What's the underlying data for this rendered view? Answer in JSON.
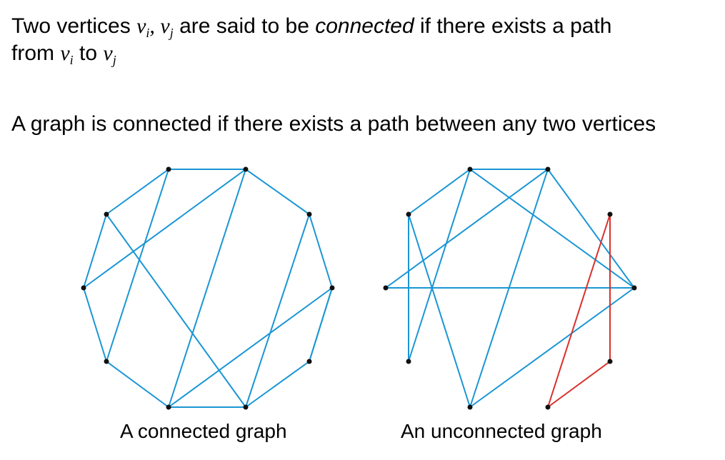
{
  "definition": {
    "part1": "Two vertices ",
    "vi": "v",
    "vi_sub": "i",
    "comma": ", ",
    "vj": "v",
    "vj_sub": "j",
    "part2": " are said to be ",
    "emphasis": "connected",
    "part3": " if there exists a path",
    "line2_from": "from ",
    "line2_to": " to "
  },
  "statement": "A graph is connected if there exists a path between any two vertices",
  "graphs": [
    {
      "caption": "A connected graph",
      "edge_color": "#1a96d4",
      "highlight_color": "#d9302b",
      "vertex_color": "#111111"
    },
    {
      "caption": "An unconnected graph",
      "edge_color": "#1a96d4",
      "highlight_color": "#d9302b",
      "vertex_color": "#111111"
    }
  ]
}
